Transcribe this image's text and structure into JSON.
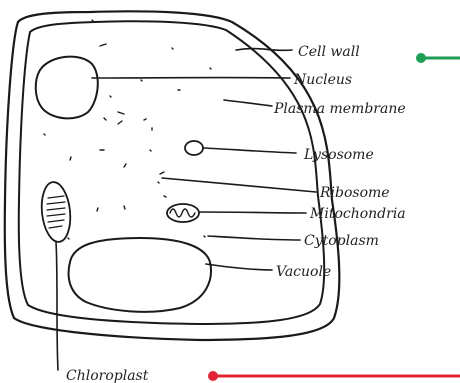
{
  "diagram": {
    "labels": {
      "cell_wall": "Cell wall",
      "nucleus": "Nucleus",
      "plasma_membrane": "Plasma membrane",
      "lysosome": "Lysosome",
      "ribosome": "Ribosome",
      "mitochondria": "Mitochondria",
      "cytoplasm": "Cytoplasm",
      "vacuole": "Vacuole",
      "chloroplast": "Chloroplast"
    },
    "colors": {
      "ink": "#1a1a1a",
      "green_marker": "#1f9d55",
      "red_marker": "#e02435"
    }
  }
}
